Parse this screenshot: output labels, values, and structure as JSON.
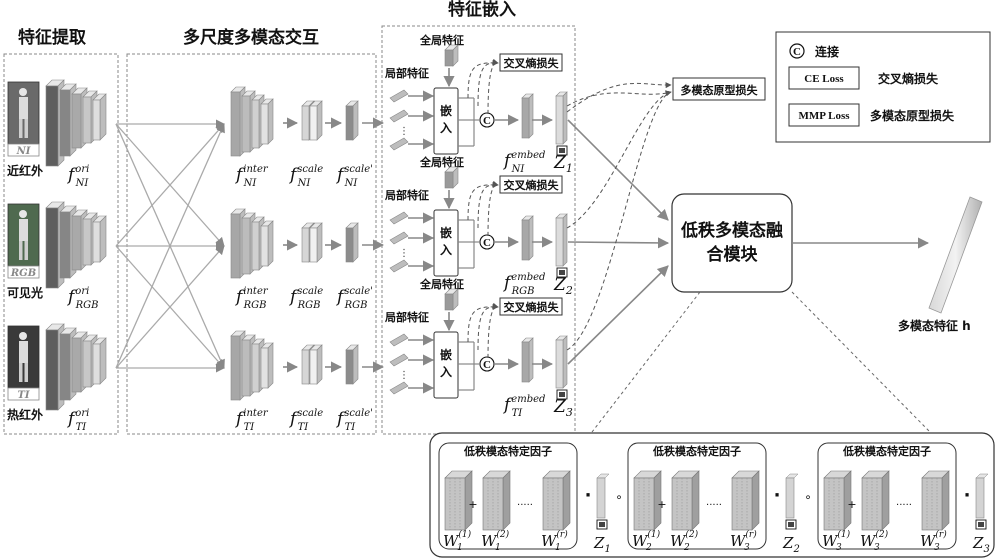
{
  "headers": {
    "extraction": "特征提取",
    "interaction": "多尺度多模态交互",
    "embedding": "特征嵌入"
  },
  "modalities": [
    {
      "key": "NI",
      "cn": "近红外",
      "img_tag": "NI",
      "tone": "#6a6a6a"
    },
    {
      "key": "RGB",
      "cn": "可见光",
      "img_tag": "RGB",
      "tone": "#4f6a4f"
    },
    {
      "key": "TI",
      "cn": "热红外",
      "img_tag": "TI",
      "tone": "#3a3a3a"
    }
  ],
  "features": {
    "ori_sup": "ori",
    "inter_sup": "inter",
    "scale_sup": "scale",
    "scale2_sup": "scale'",
    "embed_sup": "embed",
    "f": "f",
    "z": "Z",
    "z_subs": [
      "1",
      "2",
      "3"
    ]
  },
  "embedding": {
    "global": "全局特征",
    "local": "局部特征",
    "embed_top": "嵌",
    "embed_bottom": "入",
    "concat_symbol": "C",
    "ce_loss": "交叉熵损失",
    "dots": "⋮"
  },
  "mmp_loss_box": "多模态原型损失",
  "legend": {
    "concat_symbol": "C",
    "concat": "连接",
    "ce_code": "CE Loss",
    "ce_text": "交叉熵损失",
    "mmp_code": "MMP Loss",
    "mmp_text": "多模态原型损失"
  },
  "fusion": {
    "line1": "低秩多模态融",
    "line2": "合模块",
    "output": "多模态特征 h"
  },
  "factors": {
    "title": "低秩模态特定因子",
    "w": "W",
    "sups": [
      "(1)",
      "(2)",
      "(r)"
    ],
    "groups": [
      {
        "w_sub": [
          "1",
          "1",
          "1"
        ],
        "z_sub": "1"
      },
      {
        "w_sub": [
          "2",
          "2",
          "3"
        ],
        "z_sub": "2"
      },
      {
        "w_sub": [
          "3",
          "3",
          "3"
        ],
        "z_sub": "3"
      }
    ],
    "plus": "+",
    "dots": "·····",
    "dot_op": "·",
    "compose": "∘"
  },
  "colors": {
    "block_dark": "#6b6b6b",
    "block_mid": "#9a9a9a",
    "block_light": "#cfcfcf",
    "block_lighter": "#e4e4e4"
  }
}
